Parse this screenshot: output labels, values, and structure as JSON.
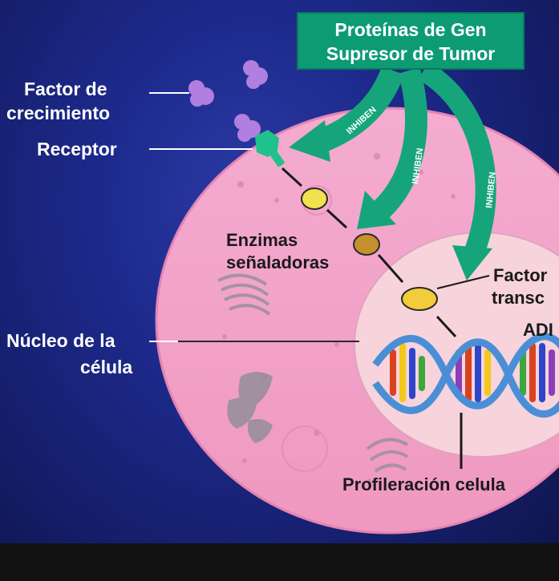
{
  "banner": {
    "line1": "Proteínas de Gen",
    "line2": "Supresor de Tumor"
  },
  "labels": {
    "growth_factor_line1": "Factor de",
    "growth_factor_line2": "crecimiento",
    "receptor": "Receptor",
    "enzymes_line1": "Enzimas",
    "enzymes_line2": "señaladoras",
    "nucleus_line1": "Núcleo de la",
    "nucleus_line2": "célula",
    "transcription_line1": "Factor",
    "transcription_line2": "transc",
    "dna": "ADI",
    "proliferation": "Profileración celula"
  },
  "arrows": {
    "inhibit_1": "INHIBEN",
    "inhibit_2": "INHIBEN",
    "inhibit_3": "INHIBEN"
  },
  "colors": {
    "background": "#1d2a8c",
    "cell": "#f2a3c6",
    "nucleus": "#f7d3dc",
    "banner": "#0d9b74",
    "arrow": "#16a57a"
  }
}
